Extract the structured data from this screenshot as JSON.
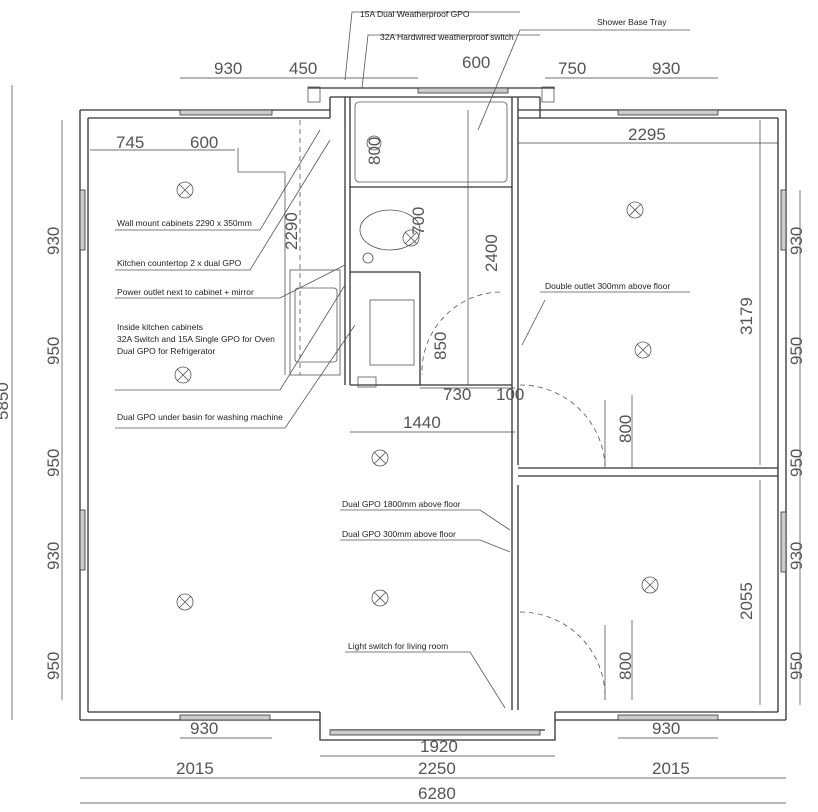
{
  "labels": {
    "gpo_weatherproof": "15A Dual Weatherproof GPO",
    "switch_weatherproof": "32A Hardwired weatherproof switch",
    "shower_tray": "Shower Base Tray",
    "wall_cabinets": "Wall mount cabinets 2290 x 350mm",
    "countertop_gpo": "Kitchen countertop 2 x dual GPO",
    "power_outlet_mirror": "Power outlet next to cabinet + mirror",
    "inside_cabinets_1": "Inside kitchen cabinets",
    "inside_cabinets_2": "32A Switch and 15A Single GPO for Oven",
    "inside_cabinets_3": "Dual GPO for Refrigerator",
    "washing_machine": "Dual GPO under basin for washing machine",
    "double_outlet": "Double outlet 300mm above floor",
    "gpo_1800": "Dual GPO 1800mm above floor",
    "gpo_300": "Dual GPO 300mm above floor",
    "light_switch": "Light switch for living room"
  },
  "dims": {
    "top": [
      "930",
      "450",
      "600",
      "750",
      "930"
    ],
    "kitchen_top": [
      "745",
      "600"
    ],
    "bed1_width": "2295",
    "shower": "800",
    "cabinets": "2290",
    "toilet": "700",
    "bath_depth": "2400",
    "laundry": "850",
    "bed1_depth": "3179",
    "bath_small": [
      "730",
      "100"
    ],
    "hall": "1440",
    "door_bed1": "800",
    "bed2_depth": "2055",
    "door_bed2": "800",
    "left": [
      "930",
      "950",
      "950",
      "930",
      "950"
    ],
    "right": [
      "930",
      "950",
      "950",
      "930",
      "950"
    ],
    "overall_height": "5850",
    "bottom_windows": [
      "930",
      "930"
    ],
    "front_door": "1920",
    "bottom": [
      "2015",
      "2250",
      "2015"
    ],
    "overall_width": "6280"
  }
}
